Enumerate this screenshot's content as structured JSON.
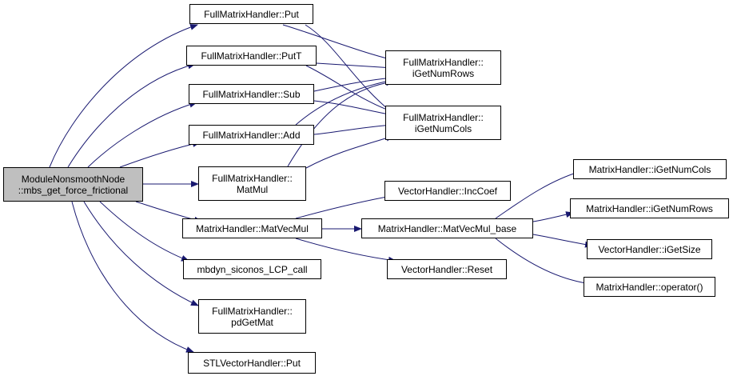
{
  "diagram": {
    "colors": {
      "edge": "#191970",
      "root_fill": "#bfbfbf",
      "node_fill": "#ffffff",
      "border": "#000000"
    },
    "nodes": {
      "root": {
        "line1": "ModuleNonsmoothNode",
        "line2": "::mbs_get_force_frictional"
      },
      "fm_put": {
        "line1": "FullMatrixHandler::Put"
      },
      "fm_putt": {
        "line1": "FullMatrixHandler::PutT"
      },
      "fm_sub": {
        "line1": "FullMatrixHandler::Sub"
      },
      "fm_add": {
        "line1": "FullMatrixHandler::Add"
      },
      "fm_matmul": {
        "line1": "FullMatrixHandler::",
        "line2": "MatMul"
      },
      "mh_matvecmul": {
        "line1": "MatrixHandler::MatVecMul"
      },
      "lcp_call": {
        "line1": "mbdyn_siconos_LCP_call"
      },
      "fm_pdgetmat": {
        "line1": "FullMatrixHandler::",
        "line2": "pdGetMat"
      },
      "stl_put": {
        "line1": "STLVectorHandler::Put"
      },
      "fm_getrows": {
        "line1": "FullMatrixHandler::",
        "line2": "iGetNumRows"
      },
      "fm_getcols": {
        "line1": "FullMatrixHandler::",
        "line2": "iGetNumCols"
      },
      "vh_inccoef": {
        "line1": "VectorHandler::IncCoef"
      },
      "mh_matvecmul_base": {
        "line1": "MatrixHandler::MatVecMul_base"
      },
      "vh_reset": {
        "line1": "VectorHandler::Reset"
      },
      "mh_getcols": {
        "line1": "MatrixHandler::iGetNumCols"
      },
      "mh_getrows": {
        "line1": "MatrixHandler::iGetNumRows"
      },
      "vh_getsize": {
        "line1": "VectorHandler::iGetSize"
      },
      "mh_operator": {
        "line1": "MatrixHandler::operator()"
      }
    },
    "edges": [
      [
        "root",
        "fm_put"
      ],
      [
        "root",
        "fm_putt"
      ],
      [
        "root",
        "fm_sub"
      ],
      [
        "root",
        "fm_add"
      ],
      [
        "root",
        "fm_matmul"
      ],
      [
        "root",
        "mh_matvecmul"
      ],
      [
        "root",
        "lcp_call"
      ],
      [
        "root",
        "fm_pdgetmat"
      ],
      [
        "root",
        "stl_put"
      ],
      [
        "fm_put",
        "fm_getrows"
      ],
      [
        "fm_put",
        "fm_getcols"
      ],
      [
        "fm_putt",
        "fm_getrows"
      ],
      [
        "fm_putt",
        "fm_getcols"
      ],
      [
        "fm_sub",
        "fm_getrows"
      ],
      [
        "fm_sub",
        "fm_getcols"
      ],
      [
        "fm_add",
        "fm_getrows"
      ],
      [
        "fm_add",
        "fm_getcols"
      ],
      [
        "fm_matmul",
        "fm_getrows"
      ],
      [
        "fm_matmul",
        "fm_getcols"
      ],
      [
        "mh_matvecmul",
        "vh_inccoef"
      ],
      [
        "mh_matvecmul",
        "mh_matvecmul_base"
      ],
      [
        "mh_matvecmul",
        "vh_reset"
      ],
      [
        "mh_matvecmul_base",
        "mh_getcols"
      ],
      [
        "mh_matvecmul_base",
        "mh_getrows"
      ],
      [
        "mh_matvecmul_base",
        "vh_getsize"
      ],
      [
        "mh_matvecmul_base",
        "mh_operator"
      ]
    ]
  }
}
